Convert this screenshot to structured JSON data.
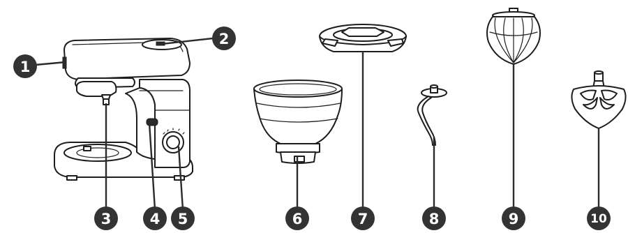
{
  "callouts": [
    {
      "id": "1",
      "label": "1"
    },
    {
      "id": "2",
      "label": "2"
    },
    {
      "id": "3",
      "label": "3"
    },
    {
      "id": "4",
      "label": "4"
    },
    {
      "id": "5",
      "label": "5"
    },
    {
      "id": "6",
      "label": "6"
    },
    {
      "id": "7",
      "label": "7"
    },
    {
      "id": "8",
      "label": "8"
    },
    {
      "id": "9",
      "label": "9"
    },
    {
      "id": "10",
      "label": "10"
    }
  ],
  "colors": {
    "line": "#1d1d1b",
    "badge": "#333333",
    "badge_text": "#ffffff",
    "background": "#ffffff"
  }
}
